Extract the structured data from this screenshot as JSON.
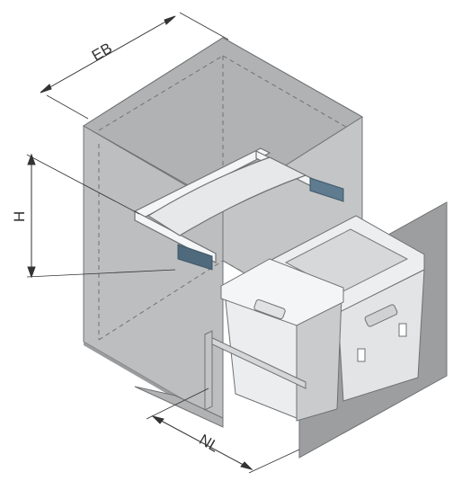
{
  "labels": {
    "width": "EB",
    "height": "H",
    "length": "NL"
  },
  "colors": {
    "cabinet": "#b4b6b8",
    "cabinet_dark": "#a6a8aa",
    "edge": "#6f7173",
    "bin": "#eceef0",
    "bin_dark": "#b9bbbd",
    "front_panel": "#9c9ea0",
    "accent": "#5e7b8f"
  }
}
